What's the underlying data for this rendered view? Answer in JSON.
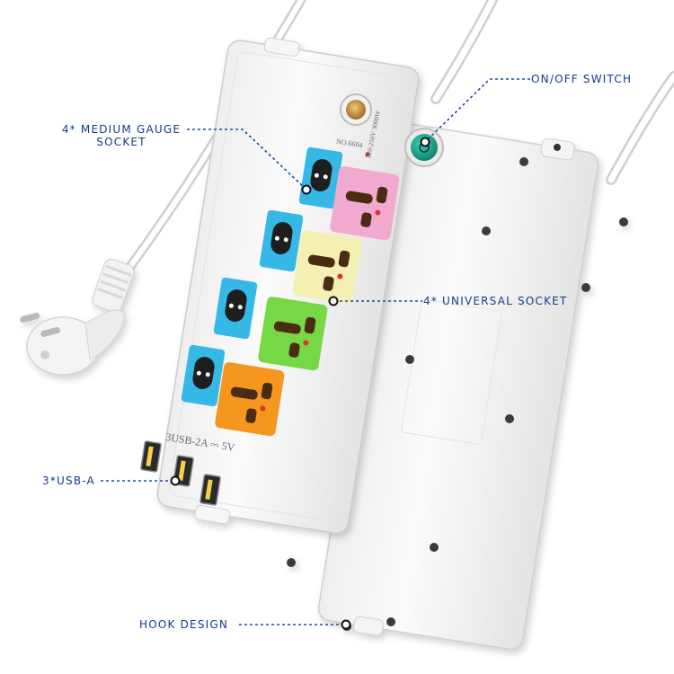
{
  "callouts": {
    "medium_gauge_line1": "4* MEDIUM GAUGE",
    "medium_gauge_line2": "SOCKET",
    "switch": "ON/OFF SWITCH",
    "universal": "4* UNIVERSAL SOCKET",
    "usb": "3*USB-A",
    "hook": "HOOK DESIGN"
  },
  "product_print": {
    "model": "NO.6604",
    "rating": "220-250V 3000W",
    "usb_spec": "3USB-2A ⎓ 5V"
  },
  "colors": {
    "callout_text": "#123c8c",
    "leader_line": "#1b4aa0",
    "medium_socket": "#35b8e6",
    "universal_pink": "#f2a9cf",
    "universal_yellow": "#f4f0b3",
    "universal_green": "#76d844",
    "universal_orange": "#f5961f",
    "switch_green": "#18a58f",
    "body_white": "#f7f7f7"
  }
}
